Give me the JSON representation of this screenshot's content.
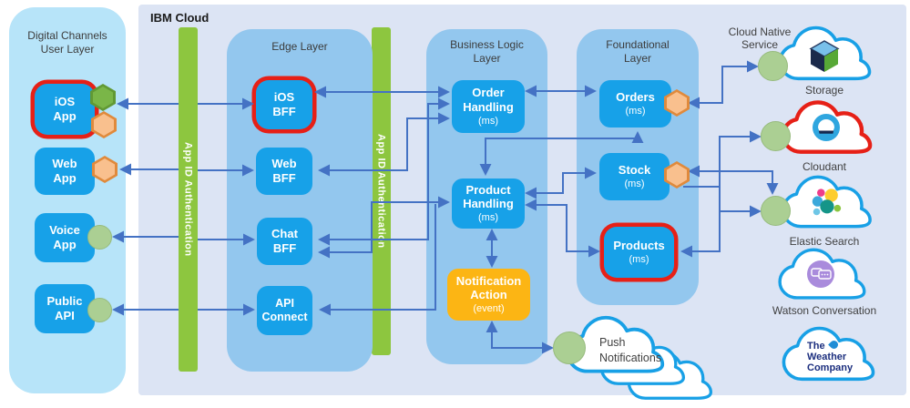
{
  "user_layer": {
    "title_line1": "Digital Channels",
    "title_line2": "User Layer",
    "items": [
      {
        "label_line1": "iOS",
        "label_line2": "App",
        "highlighted": true,
        "badges": [
          "green-hexagon",
          "orange-hexagon"
        ]
      },
      {
        "label_line1": "Web",
        "label_line2": "App",
        "highlighted": false,
        "badges": [
          "orange-hexagon"
        ]
      },
      {
        "label_line1": "Voice",
        "label_line2": "App",
        "highlighted": false,
        "badges": [
          "green-circle"
        ]
      },
      {
        "label_line1": "Public",
        "label_line2": "API",
        "highlighted": false,
        "badges": [
          "green-circle"
        ]
      }
    ]
  },
  "ibm_cloud": {
    "label": "IBM Cloud",
    "auth_bar_1": "App ID Authentication",
    "auth_bar_2": "App ID Authentication",
    "edge_layer": {
      "title": "Edge Layer",
      "items": [
        {
          "label_line1": "iOS",
          "label_line2": "BFF",
          "highlighted": true
        },
        {
          "label_line1": "Web",
          "label_line2": "BFF",
          "highlighted": false
        },
        {
          "label_line1": "Chat",
          "label_line2": "BFF",
          "highlighted": false
        },
        {
          "label_line1": "API",
          "label_line2": "Connect",
          "highlighted": false
        }
      ]
    },
    "business_layer": {
      "title_line1": "Business Logic",
      "title_line2": "Layer",
      "items": [
        {
          "name": "Order Handling",
          "suffix": "(ms)",
          "type": "microservice"
        },
        {
          "name": "Product Handling",
          "suffix": "(ms)",
          "type": "microservice"
        },
        {
          "name": "Notification Action",
          "suffix": "(event)",
          "type": "event"
        }
      ]
    },
    "foundational_layer": {
      "title_line1": "Foundational",
      "title_line2": "Layer",
      "items": [
        {
          "name": "Orders",
          "suffix": "(ms)",
          "highlighted": false,
          "badges": [
            "orange-hexagon"
          ]
        },
        {
          "name": "Stock",
          "suffix": "(ms)",
          "highlighted": false,
          "badges": [
            "orange-hexagon"
          ]
        },
        {
          "name": "Products",
          "suffix": "(ms)",
          "highlighted": true,
          "badges": []
        }
      ]
    }
  },
  "cloud_services": {
    "title_line1": "Cloud Native",
    "title_line2": "Service",
    "items": [
      {
        "label": "Storage",
        "icon": "storage-cube-icon",
        "outline": "blue"
      },
      {
        "label": "Cloudant",
        "icon": "cloudant-icon",
        "outline": "red"
      },
      {
        "label": "Elastic Search",
        "icon": "elastic-search-icon",
        "outline": "blue"
      },
      {
        "label": "Watson Conversation",
        "icon": "watson-chat-icon",
        "outline": "blue"
      },
      {
        "label": "The Weather Company",
        "icon": "weather-company-logo",
        "lines": {
          "l1": "The",
          "l2": "Weather",
          "l3": "Company"
        },
        "outline": "blue"
      }
    ]
  },
  "push": {
    "label_line1": "Push",
    "label_line2": "Notifications"
  },
  "colors": {
    "arrow": "#4472c4",
    "highlight": "#e62017",
    "node_blue": "#17a1e8",
    "event_orange": "#fcb514",
    "auth_green": "#8dc63f",
    "user_column": "#b7e4f9",
    "layer_column": "#93c7ee",
    "ibm_background": "#dce4f4"
  }
}
